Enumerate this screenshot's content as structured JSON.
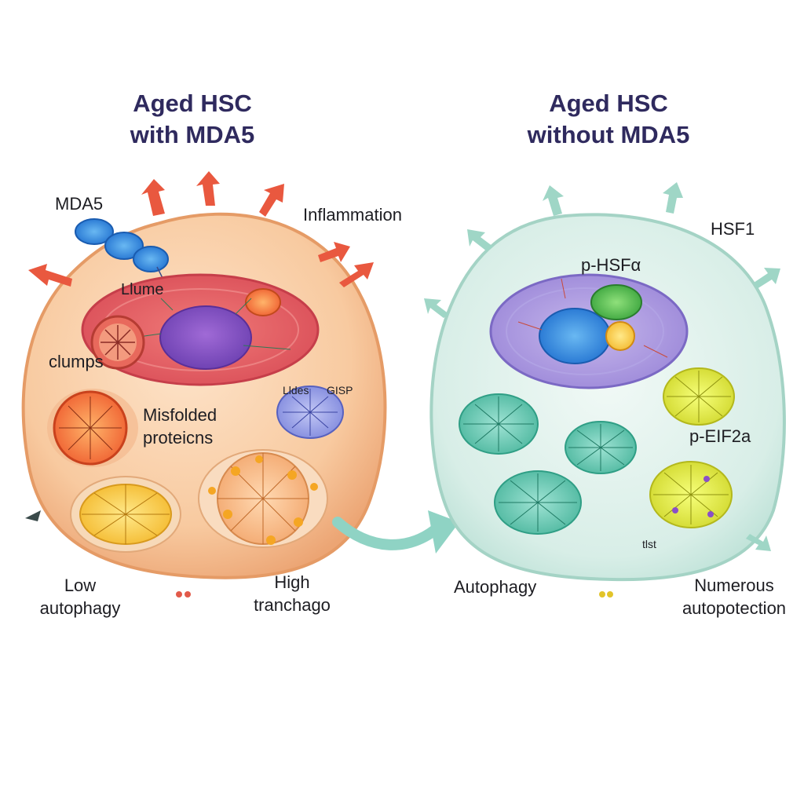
{
  "panels": {
    "left": {
      "title_line1": "Aged HSC",
      "title_line2": "with MDA5",
      "labels": {
        "mda5": "MDA5",
        "inflammation": "Inflammation",
        "nucleus": "Llume",
        "clumps": "clumps",
        "misfolded_line1": "Misfolded",
        "misfolded_line2": "proteicns",
        "organelle_a": "Lldes",
        "organelle_b": "GISP",
        "low_line1": "Low",
        "low_line2": "autophagy",
        "high_line1": "High",
        "high_line2": "tranchago"
      }
    },
    "right": {
      "title_line1": "Aged HSC",
      "title_line2": "without MDA5",
      "labels": {
        "hsf1": "HSF1",
        "phsf": "p-HSFα",
        "peif2a": "p-EIF2a",
        "tiny": "tlst",
        "autophagy": "Autophagy",
        "numerous_line1": "Numerous",
        "numerous_line2": "autopotection"
      }
    }
  },
  "colors": {
    "title": "#2f2a5e",
    "inflammation_arrow": "#e9583f",
    "left_cell": "#f6c8a0",
    "right_cell": "#dcefe9",
    "transition_arrow": "#8fd3c4"
  }
}
